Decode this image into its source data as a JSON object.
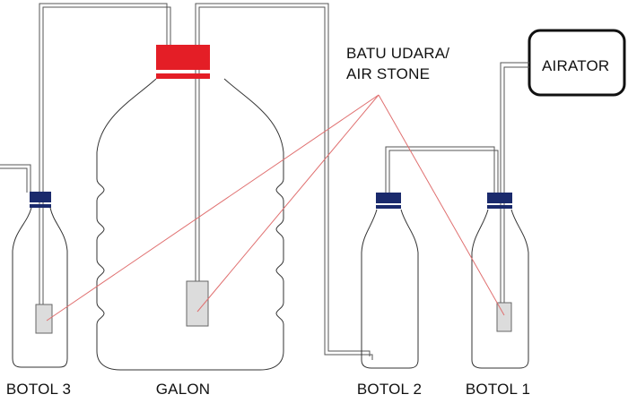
{
  "labels": {
    "airator": "AIRATOR",
    "stone_line1": "BATU UDARA/",
    "stone_line2": "AIR STONE",
    "botol1": "BOTOL 1",
    "botol2": "BOTOL 2",
    "botol3": "BOTOL 3",
    "galon": "GALON"
  },
  "colors": {
    "outline": "#333333",
    "tube": "#555555",
    "cap_navy": "#1a2a6c",
    "cap_red": "#e41e26",
    "stone_fill": "#dcdcdc",
    "pointer": "#e07070"
  }
}
